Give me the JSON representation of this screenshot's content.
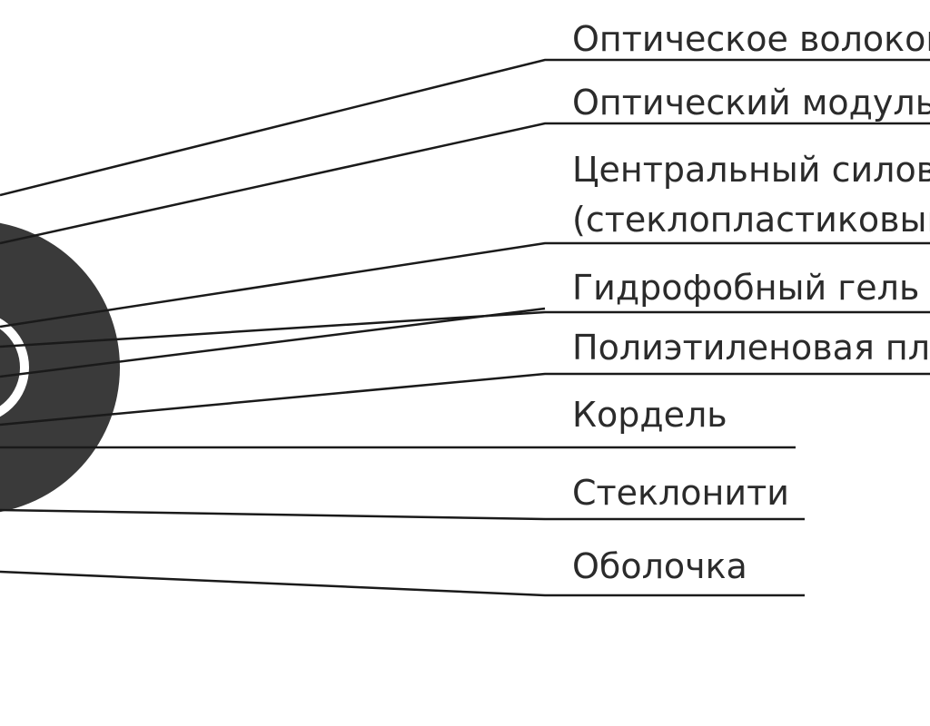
{
  "diagram": {
    "colors": {
      "background": "#ffffff",
      "sheath": "#3a3a3a",
      "inner_ring": "#ffffff",
      "core": "#3a3a3a",
      "leader_line": "#1a1a1a",
      "label_text": "#2b2b2b"
    },
    "labels": [
      {
        "id": "optical-fiber",
        "text": "Оптическое волоконно"
      },
      {
        "id": "optical-module",
        "text": "Оптический модуль"
      },
      {
        "id": "central-member",
        "text": "Центральный силовой элемент"
      },
      {
        "id": "central-member-material",
        "text": "(стеклопластиковый)"
      },
      {
        "id": "hydrophobic-gel",
        "text": "Гидрофобный гель"
      },
      {
        "id": "polyethylene",
        "text": "Полиэтиленовая пленка"
      },
      {
        "id": "cordel",
        "text": "Кордель"
      },
      {
        "id": "glass-threads",
        "text": "Стеклонити"
      },
      {
        "id": "sheath",
        "text": "Оболочка"
      }
    ]
  }
}
